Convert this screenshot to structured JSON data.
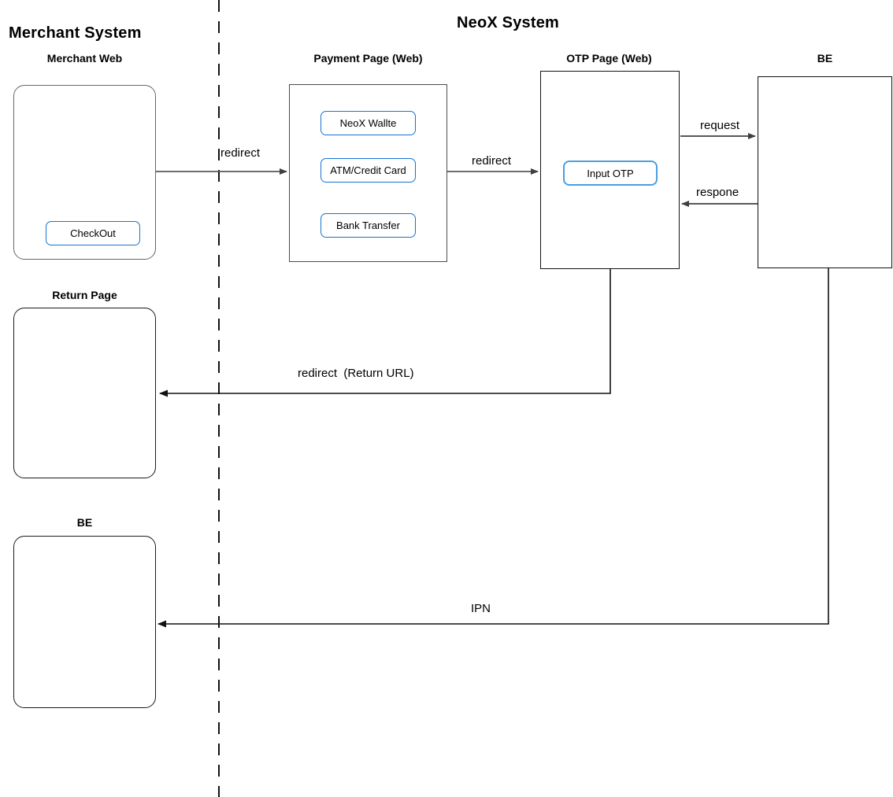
{
  "diagram": {
    "title_left": "Merchant System",
    "title_right": "NeoX System",
    "divider": "vertical-dashed-boundary"
  },
  "nodes": {
    "merchant_web": {
      "title": "Merchant Web",
      "button": "CheckOut"
    },
    "payment_page": {
      "title": "Payment Page (Web)",
      "options": [
        "NeoX Wallte",
        "ATM/Credit Card",
        "Bank Transfer"
      ]
    },
    "otp_page": {
      "title": "OTP Page (Web)",
      "button": "Input OTP"
    },
    "neox_be": {
      "title": "BE"
    },
    "return_page": {
      "title": "Return Page"
    },
    "merchant_be": {
      "title": "BE"
    }
  },
  "edges": {
    "checkout_to_payment": "redirect",
    "payment_to_otp": "redirect",
    "otp_to_be": "request",
    "be_to_otp": "respone",
    "otp_to_return": "redirect  (Return URL)",
    "be_to_merchant_be": "IPN"
  },
  "colors": {
    "button_border_blue": "#1673d1",
    "button_border_light_blue": "#4a9fe0",
    "box_border_gray": "#4d4d4d",
    "box_border_dark": "#111111",
    "line": "#3f3f3f",
    "text": "#000000",
    "background": "#ffffff"
  }
}
